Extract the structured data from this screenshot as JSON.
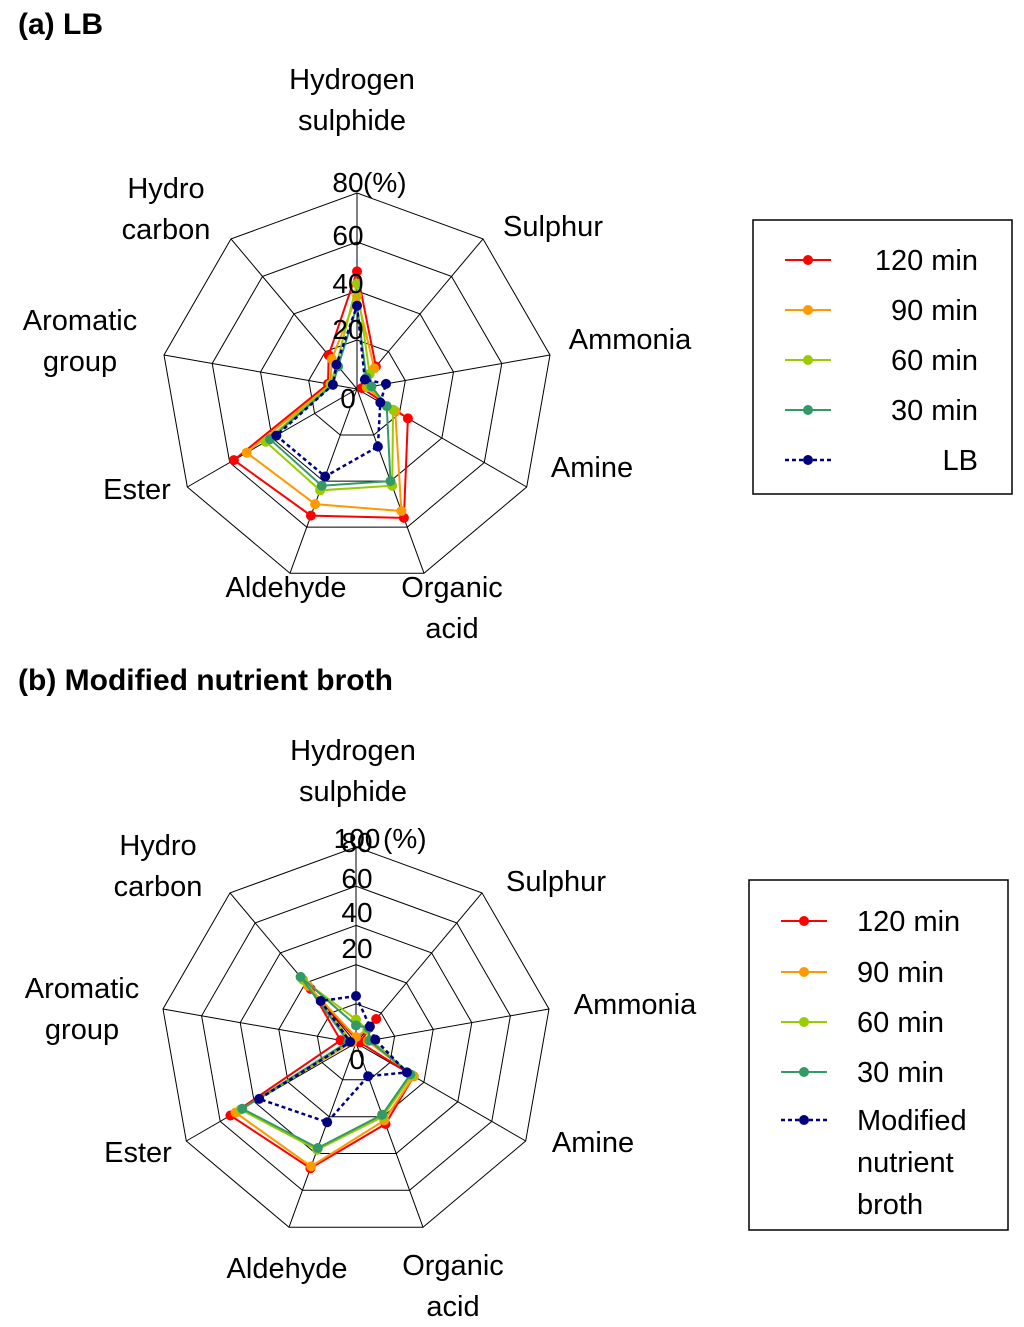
{
  "chart_data": [
    {
      "type": "radar",
      "title": "(a) LB",
      "unit": "(%)",
      "categories": [
        {
          "lines": [
            "Hydrogen",
            "sulphide"
          ]
        },
        {
          "lines": [
            "Sulphur"
          ]
        },
        {
          "lines": [
            "Ammonia"
          ]
        },
        {
          "lines": [
            "Amine"
          ]
        },
        {
          "lines": [
            "Organic",
            "acid"
          ]
        },
        {
          "lines": [
            "Aldehyde"
          ]
        },
        {
          "lines": [
            "Ester"
          ]
        },
        {
          "lines": [
            "Aromatic",
            "group"
          ]
        },
        {
          "lines": [
            "Hydro",
            "carbon"
          ]
        }
      ],
      "rlim": [
        0,
        80
      ],
      "ticks": [
        "0",
        "20",
        "40",
        "60",
        "80"
      ],
      "series": [
        {
          "name": "120 min",
          "color": "#ff0000",
          "dash": false,
          "values": [
            48,
            12,
            2,
            24,
            56,
            55,
            58,
            12,
            18
          ]
        },
        {
          "name": "90 min",
          "color": "#ff9900",
          "dash": false,
          "values": [
            38,
            11,
            4,
            18,
            53,
            50,
            52,
            11,
            16
          ]
        },
        {
          "name": "60 min",
          "color": "#99cc00",
          "dash": false,
          "values": [
            43,
            8,
            5,
            17,
            42,
            44,
            43,
            11,
            13
          ]
        },
        {
          "name": "30 min",
          "color": "#339966",
          "dash": false,
          "values": [
            34,
            6,
            6,
            14,
            40,
            42,
            41,
            10,
            12
          ]
        },
        {
          "name": "LB",
          "color": "#000080",
          "dash": true,
          "values": [
            34,
            5,
            12,
            11,
            25,
            38,
            38,
            10,
            13
          ]
        }
      ],
      "legend": [
        {
          "lines": [
            "120 min"
          ]
        },
        {
          "lines": [
            "90 min"
          ]
        },
        {
          "lines": [
            "60 min"
          ]
        },
        {
          "lines": [
            "30 min"
          ]
        },
        {
          "lines": [
            "LB"
          ]
        }
      ]
    },
    {
      "type": "radar",
      "title": "(b) Modified nutrient broth",
      "unit": "(%)",
      "categories": [
        {
          "lines": [
            "Hydrogen",
            "sulphide"
          ]
        },
        {
          "lines": [
            "Sulphur"
          ]
        },
        {
          "lines": [
            "Ammonia"
          ]
        },
        {
          "lines": [
            "Amine"
          ]
        },
        {
          "lines": [
            "Organic",
            "acid"
          ]
        },
        {
          "lines": [
            "Aldehyde"
          ]
        },
        {
          "lines": [
            "Ester"
          ]
        },
        {
          "lines": [
            "Aromatic",
            "group"
          ]
        },
        {
          "lines": [
            "Hydro",
            "carbon"
          ]
        }
      ],
      "rlim": [
        0,
        100
      ],
      "ticks": [
        "0",
        "20",
        "40",
        "60",
        "80",
        "100"
      ],
      "series": [
        {
          "name": "120 min",
          "color": "#ff0000",
          "dash": false,
          "values": [
            2,
            16,
            2,
            34,
            44,
            68,
            74,
            8,
            36
          ]
        },
        {
          "name": "90 min",
          "color": "#ff9900",
          "dash": false,
          "values": [
            3,
            10,
            6,
            34,
            42,
            67,
            71,
            2,
            38
          ]
        },
        {
          "name": "60 min",
          "color": "#99cc00",
          "dash": false,
          "values": [
            12,
            9,
            8,
            33,
            40,
            58,
            68,
            3,
            42
          ]
        },
        {
          "name": "30 min",
          "color": "#339966",
          "dash": false,
          "values": [
            9,
            10,
            7,
            32,
            39,
            57,
            67,
            4,
            44
          ]
        },
        {
          "name": "Modified nutrient broth",
          "color": "#000080",
          "dash": true,
          "values": [
            24,
            11,
            10,
            30,
            18,
            43,
            57,
            3,
            28
          ]
        }
      ],
      "legend": [
        {
          "lines": [
            "120 min"
          ]
        },
        {
          "lines": [
            "90 min"
          ]
        },
        {
          "lines": [
            "60 min"
          ]
        },
        {
          "lines": [
            "30 min"
          ]
        },
        {
          "lines": [
            "Modified",
            "nutrient",
            "broth"
          ]
        }
      ]
    }
  ]
}
